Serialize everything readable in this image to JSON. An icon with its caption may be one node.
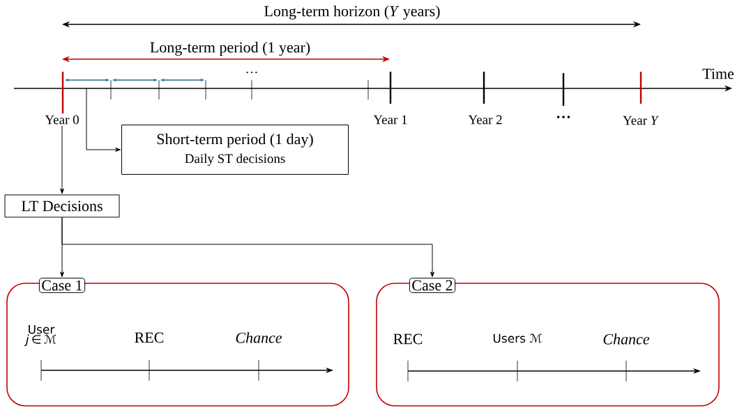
{
  "diagram": {
    "nodes": [
      {
        "text": [
          "Year 0"
        ]
      },
      {
        "text": [
          "Short-term period (1 day)",
          "Daily ST decisions"
        ]
      },
      {
        "text": [
          "LT Decisions"
        ]
      },
      {
        "text": [
          "Case 1"
        ]
      },
      {
        "text": [
          "User *j* ∈ ℳ",
          "REC",
          "Chance"
        ]
      },
      {
        "text": [
          "Case 2"
        ]
      },
      {
        "text": [
          "REC",
          "Users ℳ",
          "Chance"
        ]
      }
    ],
    "edges": [
      {
        "from": 0,
        "to": 2,
        "arrow": "to"
      },
      {
        "from": null,
        "to": 1,
        "arrow": "to"
      },
      {
        "from": 2,
        "to": 3,
        "arrow": "to"
      },
      {
        "from": 2,
        "to": 5,
        "arrow": "to"
      }
    ],
    "labels": [
      "Long-term horizon (*Y* years)",
      "Long-term period (1 year)",
      "…",
      "Time",
      "Year 1",
      "Year 2",
      "…",
      "Year *Y*"
    ]
  }
}
